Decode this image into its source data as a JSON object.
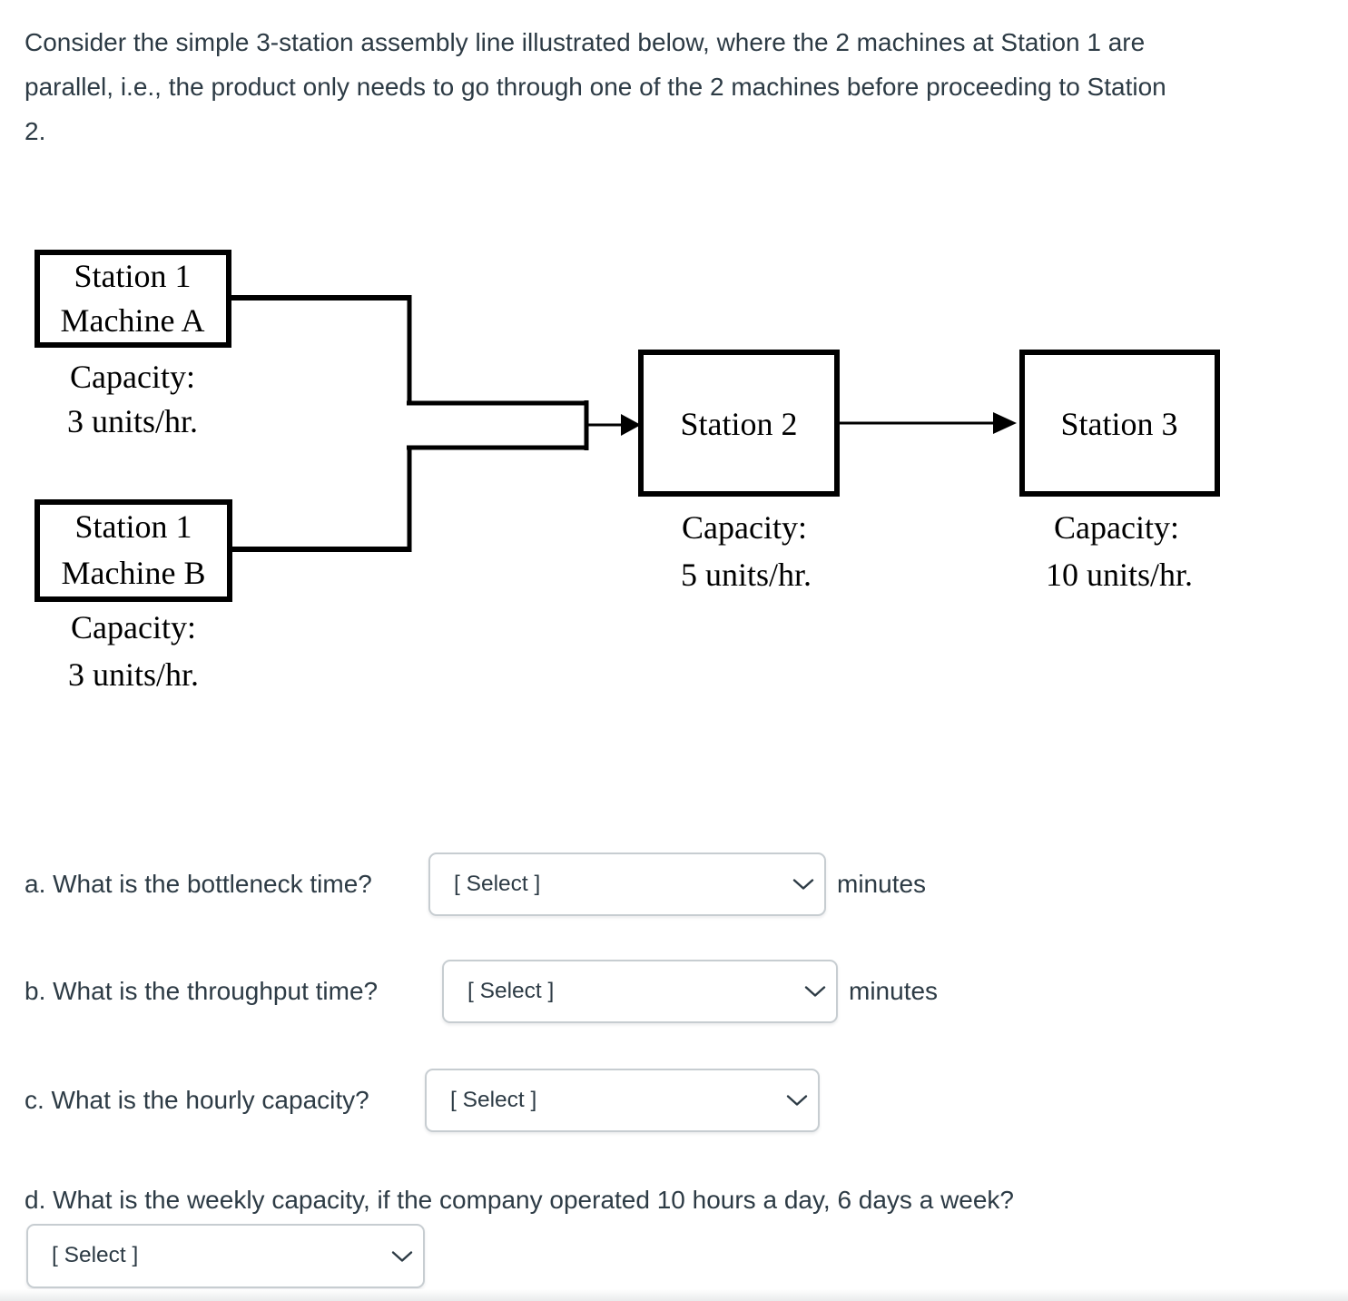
{
  "colors": {
    "text": "#2D3B45",
    "ink": "#000000",
    "select-border": "#C7CDD1",
    "fade": "#E9EBEC"
  },
  "intro": {
    "lines": [
      "Consider the simple 3-station assembly line illustrated below, where the 2 machines at Station 1 are",
      "parallel, i.e., the product only needs to go through one of the 2 machines before proceeding to Station",
      "2."
    ]
  },
  "diagram": {
    "machine_a": {
      "line1": "Station 1",
      "line2": "Machine A",
      "cap_label": "Capacity:",
      "cap_value": "3 units/hr."
    },
    "machine_b": {
      "line1": "Station 1",
      "line2": "Machine B",
      "cap_label": "Capacity:",
      "cap_value": "3 units/hr."
    },
    "station2": {
      "label": "Station 2",
      "cap_label": "Capacity:",
      "cap_value": "5 units/hr."
    },
    "station3": {
      "label": "Station 3",
      "cap_label": "Capacity:",
      "cap_value": "10 units/hr."
    }
  },
  "questions": {
    "a": {
      "label": "a. What is the bottleneck time?",
      "select": "[ Select ]",
      "suffix": "minutes"
    },
    "b": {
      "label": "b. What is the throughput time?",
      "select": "[ Select ]",
      "suffix": "minutes"
    },
    "c": {
      "label": "c. What is the hourly capacity?",
      "select": "[ Select ]"
    },
    "d": {
      "label": "d. What is the weekly capacity, if the company operated 10 hours a day, 6 days a week?",
      "select": "[ Select ]"
    }
  }
}
